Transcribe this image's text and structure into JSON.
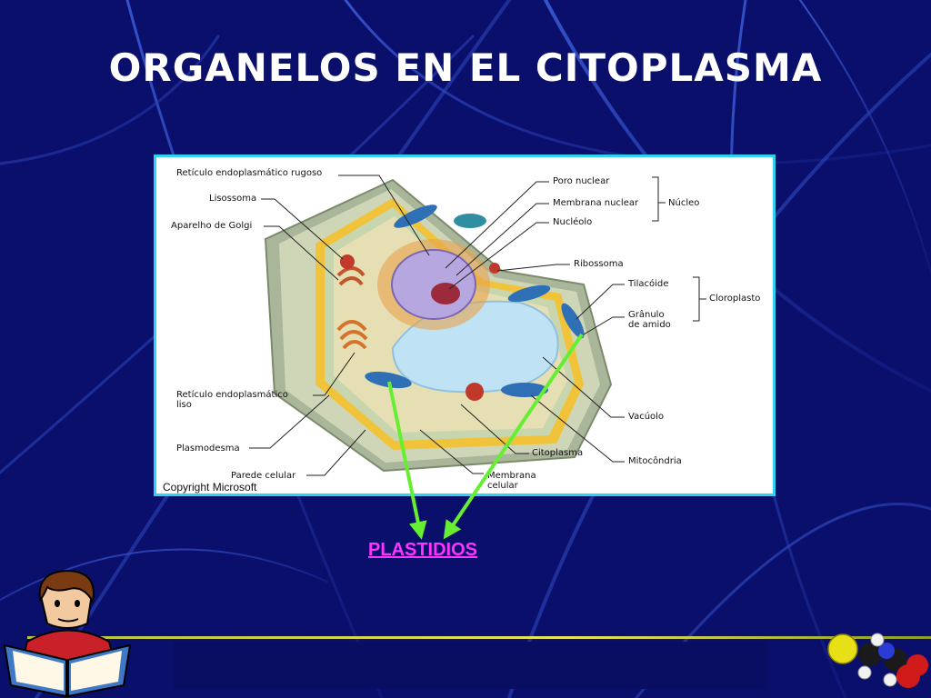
{
  "title": "ORGANELOS EN EL CITOPLASMA",
  "diagram": {
    "labels": {
      "reticulo_rugoso": "Retículo endoplasmático rugoso",
      "lisossoma": "Lisossoma",
      "golgi": "Aparelho de Golgi",
      "reticulo_liso": "Retículo endoplasmático\nliso",
      "plasmodesma": "Plasmodesma",
      "parede": "Parede celular",
      "poro": "Poro nuclear",
      "membrana_nuclear": "Membrana nuclear",
      "nucleo": "Núcleo",
      "nucleolo": "Nucléolo",
      "ribossoma": "Ribossoma",
      "tilacoide": "Tilacóide",
      "cloroplasto": "Cloroplasto",
      "granulo": "Grânulo\nde amido",
      "vacuolo": "Vacúolo",
      "citoplasma": "Citoplasma",
      "mitocondria": "Mitocôndria",
      "membrana_celular": "Membrana\ncelular"
    },
    "copyright": "Copyright Microsoft"
  },
  "link_label": "PLASTIDIOS",
  "colors": {
    "background": "#0a0f6b",
    "frame_border": "#2ed3f0",
    "link": "#ff33ff",
    "arrow": "#66ee33"
  }
}
